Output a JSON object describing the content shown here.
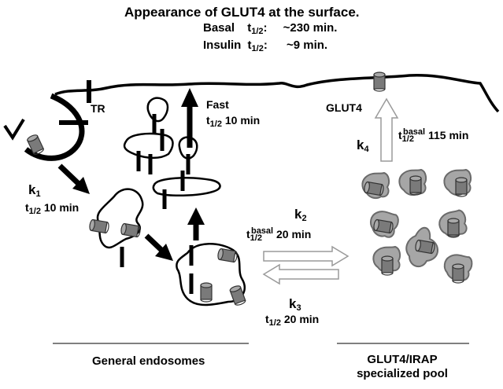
{
  "title": "Appearance of GLUT4 at the surface.",
  "half_lives": {
    "basal_label": "Basal",
    "basal_t": "t",
    "basal_sub": "1/2",
    "basal_colon": ":",
    "basal_value": "~230 min.",
    "insulin_label": "Insulin",
    "insulin_t": "t",
    "insulin_sub": "1/2",
    "insulin_colon": ":",
    "insulin_value": "~9 min."
  },
  "labels": {
    "tr": "TR",
    "glut4": "GLUT4",
    "fast": "Fast",
    "fast_t": "t",
    "fast_sub": "1/2",
    "fast_value": "10 min",
    "k1": "k",
    "k1_sub": "1",
    "k1_t": "t",
    "k1_t_sub": "1/2",
    "k1_value": "10 min",
    "k2": "k",
    "k2_sub": "2",
    "k2_t": "t",
    "k2_t_sub": "1/2",
    "k2_t_sup": "basal",
    "k2_value": "20 min",
    "k3": "k",
    "k3_sub": "3",
    "k3_t": "t",
    "k3_t_sub": "1/2",
    "k3_value": "20 min",
    "k4": "k",
    "k4_sub": "4",
    "k4_t": "t",
    "k4_t_sub": "1/2",
    "k4_t_sup": "basal",
    "k4_value": "115 min"
  },
  "sections": {
    "left": "General endosomes",
    "right_line1": "GLUT4/IRAP",
    "right_line2": "specialized pool"
  },
  "colors": {
    "stroke": "#000000",
    "cylinder_fill": "#7a7a7a",
    "cylinder_top": "#a8a8a8",
    "vesicle_fill": "#a6a6a6",
    "vesicle_stroke": "#6a6a6a",
    "hollow_arrow_stroke": "#9a9a9a"
  }
}
